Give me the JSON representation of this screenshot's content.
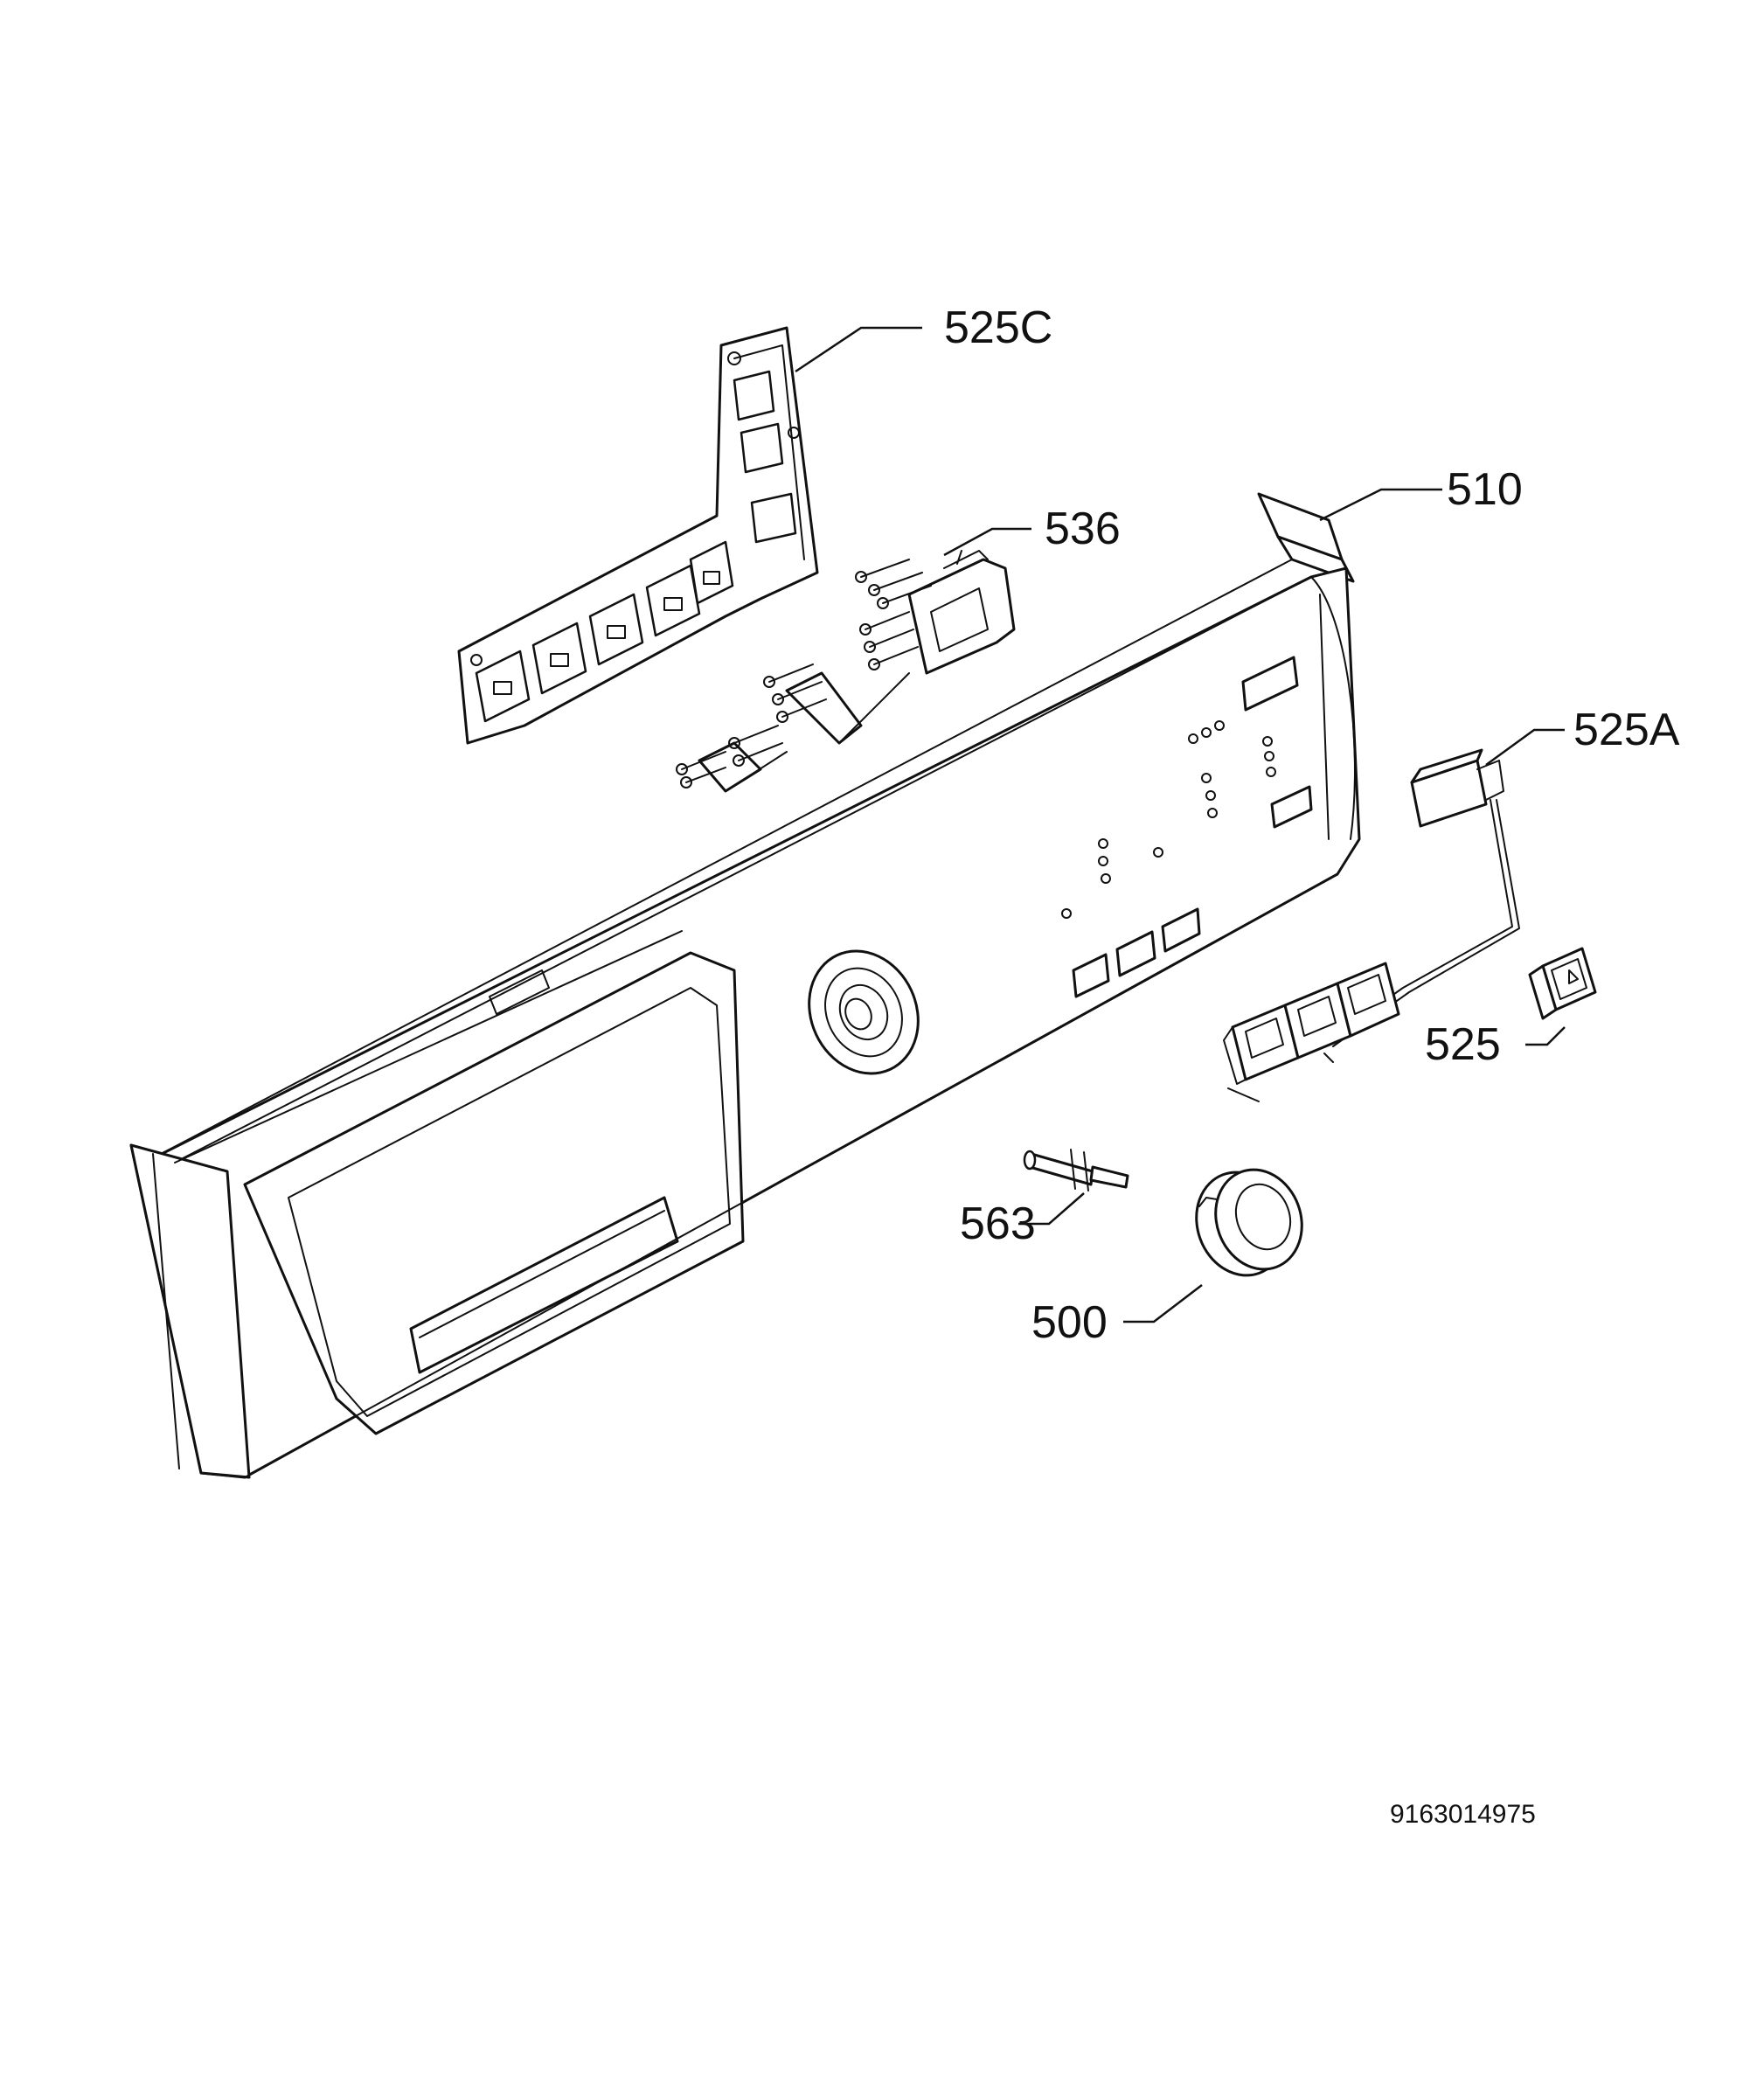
{
  "diagram": {
    "type": "exploded-parts-view",
    "callouts": [
      {
        "id": "525C",
        "label": "525C"
      },
      {
        "id": "510",
        "label": "510"
      },
      {
        "id": "536",
        "label": "536"
      },
      {
        "id": "525A",
        "label": "525A"
      },
      {
        "id": "525",
        "label": "525"
      },
      {
        "id": "563",
        "label": "563"
      },
      {
        "id": "500",
        "label": "500"
      }
    ],
    "document_number": "9163014975"
  }
}
